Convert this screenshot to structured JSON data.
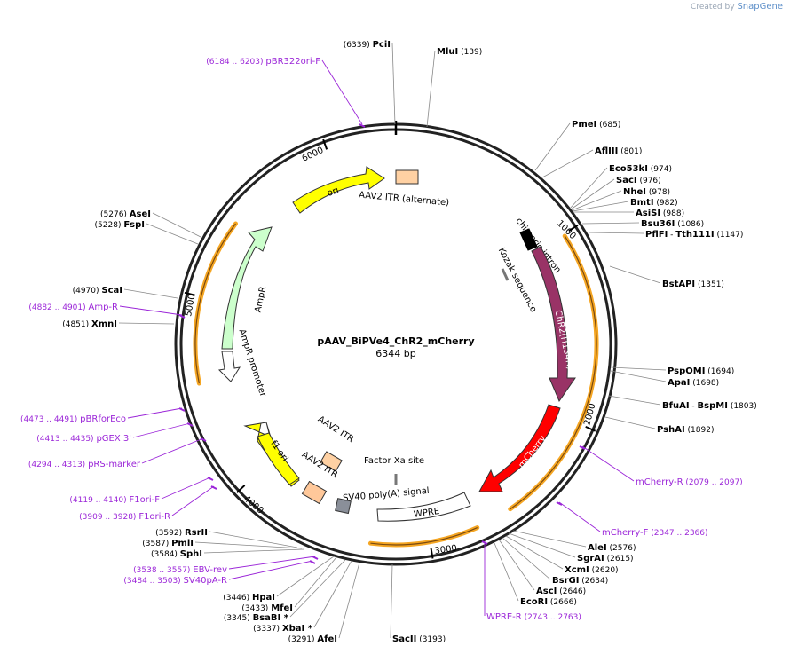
{
  "brand": {
    "prefix": "Created by",
    "name": "SnapGene"
  },
  "plasmid": {
    "name": "pAAV_BiPVe4_ChR2_mCherry",
    "size": "6344 bp",
    "length": 6344
  },
  "ticks": [
    "1000",
    "2000",
    "3000",
    "4000",
    "5000",
    "6000"
  ],
  "enzymes": [
    {
      "name": "PciI",
      "pos": "6339",
      "side": "left",
      "suffix": ""
    },
    {
      "name": "MluI",
      "pos": "139",
      "side": "right",
      "suffix": ""
    },
    {
      "name": "PmeI",
      "pos": "685",
      "side": "right",
      "suffix": ""
    },
    {
      "name": "AflIII",
      "pos": "801",
      "side": "right",
      "suffix": ""
    },
    {
      "name": "Eco53kI",
      "pos": "974",
      "side": "right",
      "suffix": ""
    },
    {
      "name": "SacI",
      "pos": "976",
      "side": "right",
      "suffix": ""
    },
    {
      "name": "NheI",
      "pos": "978",
      "side": "right",
      "suffix": ""
    },
    {
      "name": "BmtI",
      "pos": "982",
      "side": "right",
      "suffix": ""
    },
    {
      "name": "AsiSI",
      "pos": "988",
      "side": "right",
      "suffix": ""
    },
    {
      "name": "Bsu36I",
      "pos": "1086",
      "side": "right",
      "suffix": ""
    },
    {
      "name": "PflFI - Tth111I",
      "pos": "1147",
      "side": "right",
      "suffix": ""
    },
    {
      "name": "BstAPI",
      "pos": "1351",
      "side": "right",
      "suffix": ""
    },
    {
      "name": "PspOMI",
      "pos": "1694",
      "side": "right",
      "suffix": ""
    },
    {
      "name": "ApaI",
      "pos": "1698",
      "side": "right",
      "suffix": ""
    },
    {
      "name": "BfuAI - BspMI",
      "pos": "1803",
      "side": "right",
      "suffix": ""
    },
    {
      "name": "PshAI",
      "pos": "1892",
      "side": "right",
      "suffix": ""
    },
    {
      "name": "AleI",
      "pos": "2576",
      "side": "right",
      "suffix": ""
    },
    {
      "name": "SgrAI",
      "pos": "2615",
      "side": "right",
      "suffix": ""
    },
    {
      "name": "XcmI",
      "pos": "2620",
      "side": "right",
      "suffix": ""
    },
    {
      "name": "BsrGI",
      "pos": "2634",
      "side": "right",
      "suffix": ""
    },
    {
      "name": "AscI",
      "pos": "2646",
      "side": "right",
      "suffix": ""
    },
    {
      "name": "EcoRI",
      "pos": "2666",
      "side": "right",
      "suffix": ""
    },
    {
      "name": "SacII",
      "pos": "3193",
      "side": "right",
      "suffix": ""
    },
    {
      "name": "AfeI",
      "pos": "3291",
      "side": "left",
      "suffix": ""
    },
    {
      "name": "XbaI",
      "pos": "3337",
      "side": "left",
      "suffix": " *"
    },
    {
      "name": "BsaBI",
      "pos": "3345",
      "side": "left",
      "suffix": " *"
    },
    {
      "name": "MfeI",
      "pos": "3433",
      "side": "left",
      "suffix": ""
    },
    {
      "name": "HpaI",
      "pos": "3446",
      "side": "left",
      "suffix": ""
    },
    {
      "name": "SphI",
      "pos": "3584",
      "side": "left",
      "suffix": ""
    },
    {
      "name": "PmlI",
      "pos": "3587",
      "side": "left",
      "suffix": ""
    },
    {
      "name": "RsrII",
      "pos": "3592",
      "side": "left",
      "suffix": ""
    },
    {
      "name": "XmnI",
      "pos": "4851",
      "side": "left",
      "suffix": ""
    },
    {
      "name": "ScaI",
      "pos": "4970",
      "side": "left",
      "suffix": ""
    },
    {
      "name": "FspI",
      "pos": "5228",
      "side": "left",
      "suffix": ""
    },
    {
      "name": "AseI",
      "pos": "5276",
      "side": "left",
      "suffix": ""
    }
  ],
  "primers": [
    {
      "name": "pBR322ori-F",
      "range": "(6184 .. 6203)",
      "side": "left"
    },
    {
      "name": "mCherry-R",
      "range": "(2079 .. 2097)",
      "side": "right"
    },
    {
      "name": "mCherry-F",
      "range": "(2347 .. 2366)",
      "side": "right"
    },
    {
      "name": "WPRE-R",
      "range": "(2743 .. 2763)",
      "side": "right"
    },
    {
      "name": "EBV-rev",
      "range": "(3538 .. 3557)",
      "side": "left"
    },
    {
      "name": "SV40pA-R",
      "range": "(3484 .. 3503)",
      "side": "left"
    },
    {
      "name": "F1ori-R",
      "range": "(3909 .. 3928)",
      "side": "left"
    },
    {
      "name": "F1ori-F",
      "range": "(4119 .. 4140)",
      "side": "left"
    },
    {
      "name": "pRS-marker",
      "range": "(4294 .. 4313)",
      "side": "left"
    },
    {
      "name": "pGEX 3'",
      "range": "(4413 .. 4435)",
      "side": "left"
    },
    {
      "name": "pBRforEco",
      "range": "(4473 .. 4491)",
      "side": "left"
    },
    {
      "name": "Amp-R",
      "range": "(4882 .. 4901)",
      "side": "left"
    }
  ],
  "features": [
    {
      "name": "ori",
      "color": "#ffff00"
    },
    {
      "name": "AAV2 ITR (alternate)",
      "color": "#ffd1a3"
    },
    {
      "name": "chimeric intron",
      "color": "#000000"
    },
    {
      "name": "Kozak sequence",
      "color": "#999999"
    },
    {
      "name": "ChR2(H134R)",
      "color": "#993366"
    },
    {
      "name": "mCherry",
      "color": "#ff0000"
    },
    {
      "name": "WPRE",
      "color": "#ffffff"
    },
    {
      "name": "SV40 poly(A) signal",
      "color": "#999999"
    },
    {
      "name": "Factor Xa site",
      "color": "#999999"
    },
    {
      "name": "AAV2 ITR",
      "color": "#ffd1a3"
    },
    {
      "name": "AAV2 ITR",
      "color": "#ffd1a3"
    },
    {
      "name": "f1 ori",
      "color": "#ffff00"
    },
    {
      "name": "AmpR",
      "color": "#ccffcc"
    },
    {
      "name": "AmpR promoter",
      "color": "#ffffff"
    }
  ],
  "colors": {
    "primer": "#9b26d8",
    "orf": "#f5a623"
  }
}
